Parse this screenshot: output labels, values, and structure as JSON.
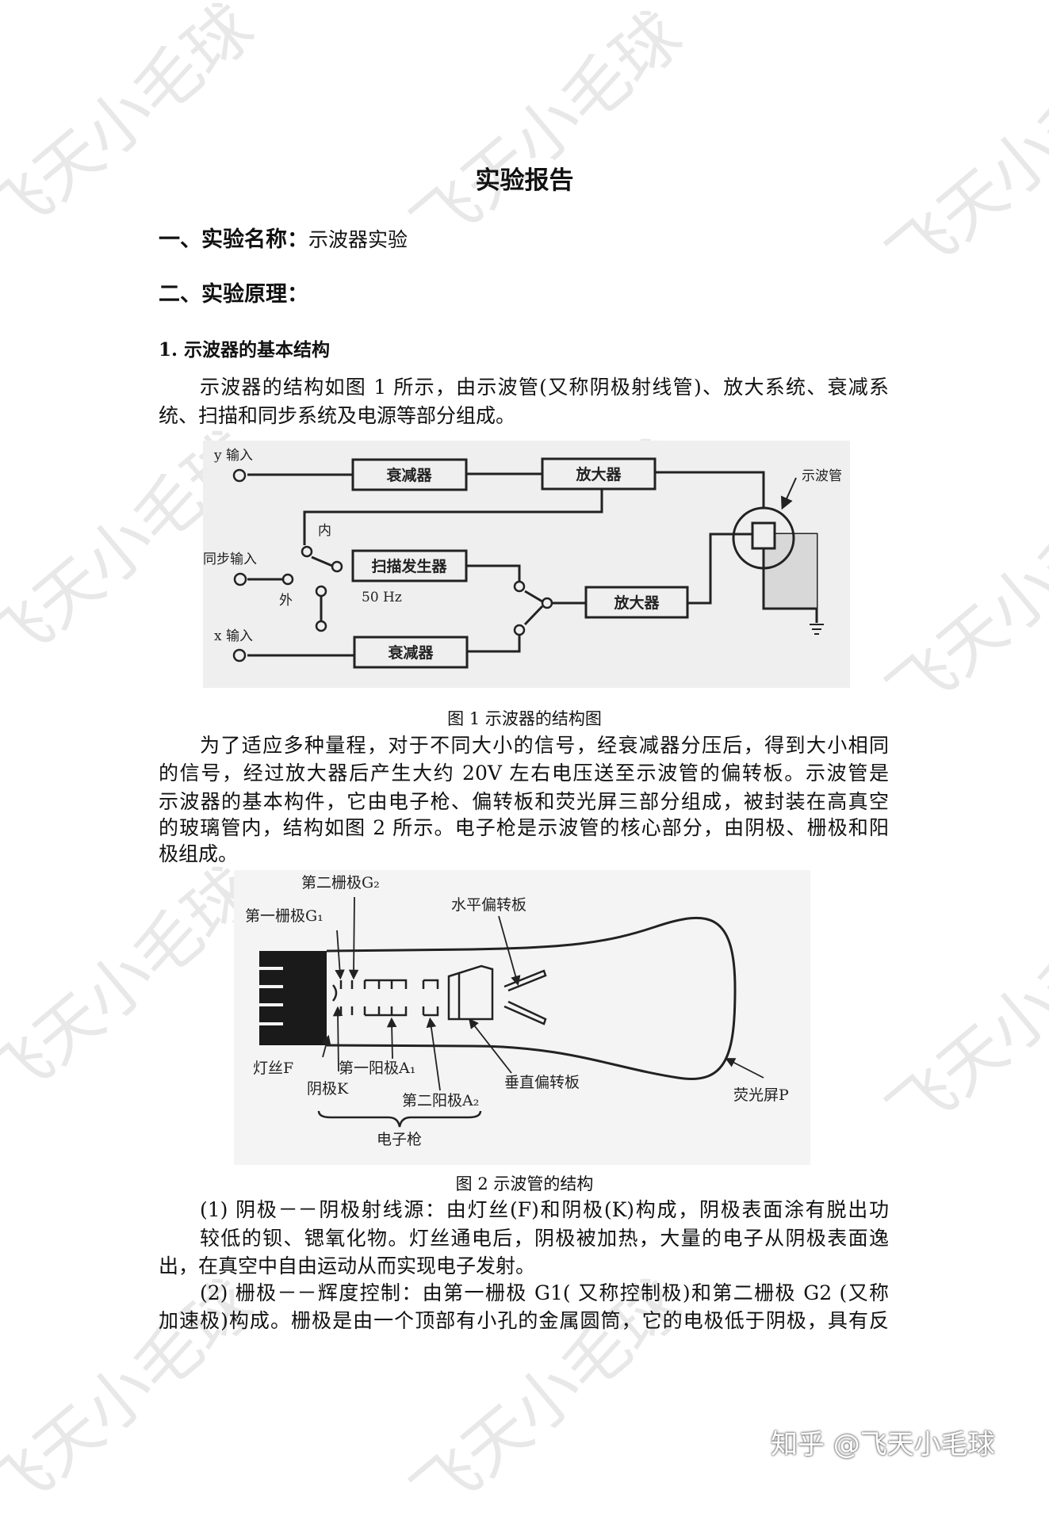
{
  "title": "实验报告",
  "section1": {
    "label": "一、实验名称：",
    "value": "示波器实验"
  },
  "section2": {
    "label": "二、实验原理："
  },
  "subsection1": "1. 示波器的基本结构",
  "p1": {
    "lines": [
      "示波器的结构如图 1 所示，由示波管(又称阴极射线管)、放大系统、衰减系",
      "统、扫描和同步系统及电源等部分组成。"
    ]
  },
  "figure1": {
    "caption": "图  1  示波器的结构图",
    "labels": {
      "y_input": "y 输入",
      "sync_input": "同步输入",
      "x_input": "x 输入",
      "attenuator_top": "衰减器",
      "amplifier_top": "放大器",
      "sweep_generator": "扫描发生器",
      "amplifier_bottom": "放大器",
      "attenuator_bottom": "衰减器",
      "internal": "内",
      "external": "外",
      "freq": "50 Hz",
      "crt": "示波管"
    }
  },
  "p2": {
    "lines": [
      "为了适应多种量程，对于不同大小的信号，经衰减器分压后，得到大小相同",
      "的信号，经过放大器后产生大约 20V  左右电压送至示波管的偏转板。示波管是",
      "示波器的基本构件，它由电子枪、偏转板和荧光屏三部分组成，被封装在高真空",
      "的玻璃管内，结构如图 2 所示。电子枪是示波管的核心部分，由阴极、栅极和阳",
      "极组成。"
    ]
  },
  "figure2": {
    "caption": "图  2  示波管的结构",
    "labels": {
      "g2": "第二栅极G₂",
      "g1": "第一栅极G₁",
      "h_plates": "水平偏转板",
      "filament": "灯丝F",
      "cathode": "阴极K",
      "a1": "第一阳极A₁",
      "a2": "第二阳极A₂",
      "v_plates": "垂直偏转板",
      "screen": "荧光屏P",
      "gun": "电子枪"
    }
  },
  "p3": {
    "lines": [
      "(1) 阴极－－阴极射线源：由灯丝(F)和阴极(K)构成，阴极表面涂有脱出功",
      "较低的钡、锶氧化物。灯丝通电后，阴极被加热，大量的电子从阴极表面逸",
      "出，在真空中自由运动从而实现电子发射。"
    ]
  },
  "p4": {
    "lines": [
      "(2) 栅极－－辉度控制：由第一栅极 G1(  又称控制极)和第二栅极 G2 (又称",
      "加速极)构成。栅极是由一个顶部有小孔的金属圆筒，它的电极低于阴极，具有反"
    ]
  },
  "watermark": "飞天小毛球",
  "footer": "知乎 @飞天小毛球"
}
